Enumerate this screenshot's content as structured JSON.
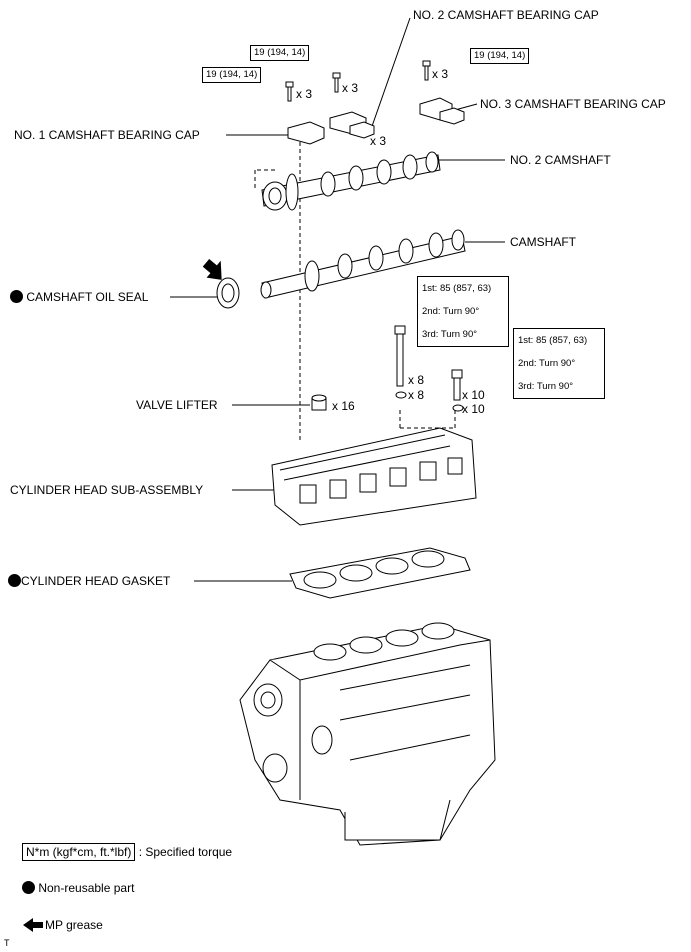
{
  "labels": {
    "no2_bearing_cap": "NO. 2 CAMSHAFT BEARING CAP",
    "no3_bearing_cap": "NO. 3 CAMSHAFT BEARING CAP",
    "no1_bearing_cap": "NO. 1 CAMSHAFT BEARING CAP",
    "no2_camshaft": "NO. 2 CAMSHAFT",
    "camshaft": "CAMSHAFT",
    "camshaft_oil_seal": "CAMSHAFT OIL SEAL",
    "valve_lifter": "VALVE LIFTER",
    "cylinder_head": "CYLINDER HEAD SUB-ASSEMBLY",
    "cylinder_head_gasket": "CYLINDER HEAD GASKET"
  },
  "torque_boxes": {
    "no1_bolts": "19 (194, 14)",
    "no2_bolts": "19 (194, 14)",
    "no3_bolts": "19 (194, 14)"
  },
  "quantities": {
    "no1_bolts": "x 3",
    "no2_bolts": "x 3",
    "no2_caps": "x 3",
    "no3_bolts": "x 3",
    "valve_lifter": "x 16",
    "head_bolt_long": "x 8",
    "washer_long": "x 8",
    "head_bolt_short": "x 10",
    "washer_short": "x 10"
  },
  "head_bolt_torque_a": {
    "first": "1st: 85 (857, 63)",
    "second": "2nd: Turn 90°",
    "third": "3rd: Turn 90°"
  },
  "head_bolt_torque_b": {
    "first": "1st: 85 (857, 63)",
    "second": "2nd: Turn 90°",
    "third": "3rd: Turn 90°"
  },
  "legend": {
    "torque_unit": "N*m (kgf*cm, ft.*lbf)",
    "torque_desc": ": Specified torque",
    "non_reusable": "Non-reusable part",
    "mp_grease": "MP grease"
  },
  "figure_code": "T"
}
